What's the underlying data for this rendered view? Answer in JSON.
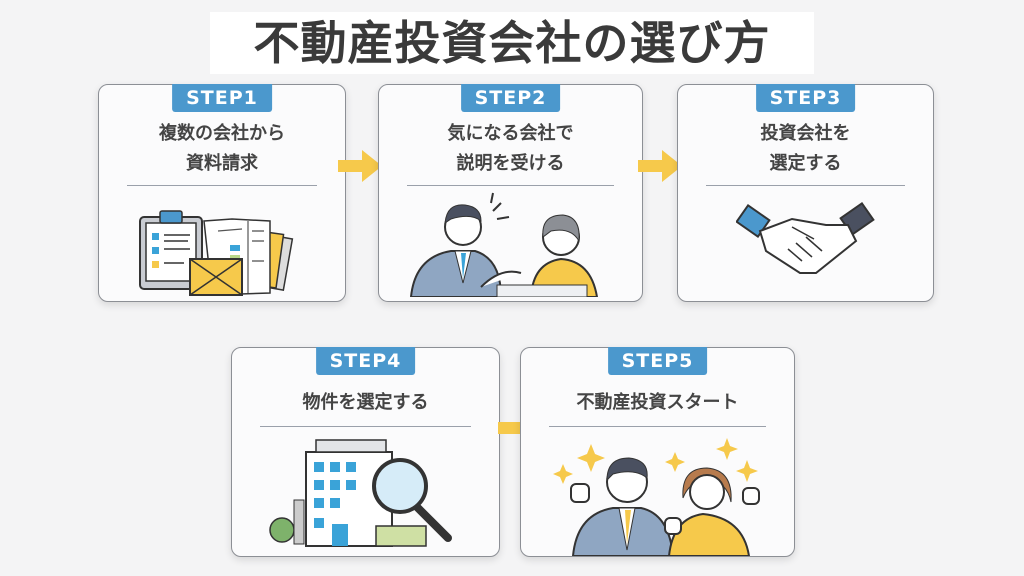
{
  "title": "不動産投資会社の選び方",
  "steps": [
    {
      "badge": "STEP1",
      "line1": "複数の会社から",
      "line2": "資料請求",
      "icon": "documents-icon"
    },
    {
      "badge": "STEP2",
      "line1": "気になる会社で",
      "line2": "説明を受ける",
      "icon": "consultation-icon"
    },
    {
      "badge": "STEP3",
      "line1": "投資会社を",
      "line2": "選定する",
      "icon": "handshake-icon"
    },
    {
      "badge": "STEP4",
      "line1": "物件を選定する",
      "icon": "building-search-icon"
    },
    {
      "badge": "STEP5",
      "line1": "不動産投資スタート",
      "icon": "celebration-icon"
    }
  ],
  "colors": {
    "badge": "#4b98cd",
    "arrow": "#f6c94b",
    "text": "#3a3a3a"
  }
}
